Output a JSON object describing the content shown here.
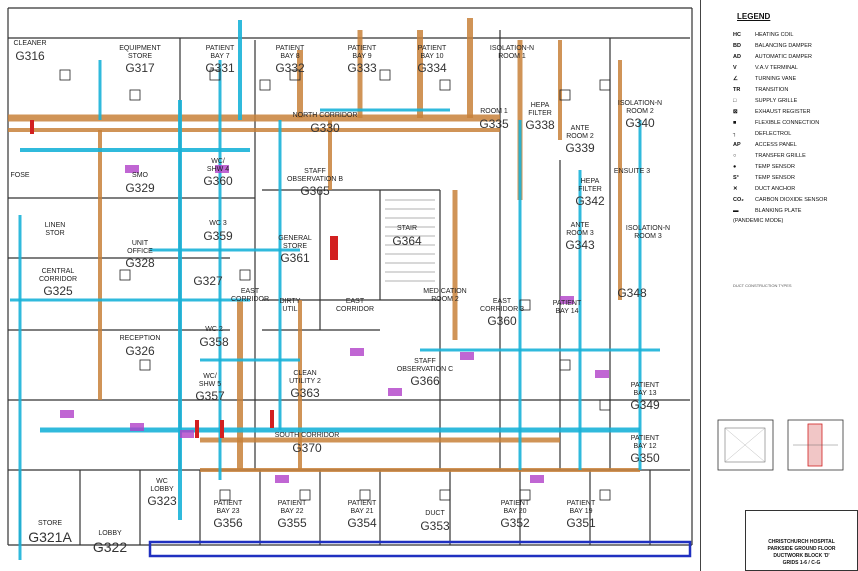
{
  "rooms": [
    {
      "id": "cleaner",
      "name": "CLEANER",
      "code": "G316"
    },
    {
      "id": "equipment-store",
      "name": "EQUIPMENT\nSTORE",
      "code": "G317"
    },
    {
      "id": "patient-bay-7",
      "name": "PATIENT\nBAY 7",
      "code": "G331"
    },
    {
      "id": "patient-bay-8",
      "name": "PATIENT\nBAY 8",
      "code": "G332"
    },
    {
      "id": "patient-bay-9",
      "name": "PATIENT\nBAY 9",
      "code": "G333"
    },
    {
      "id": "patient-bay-10",
      "name": "PATIENT\nBAY 10",
      "code": "G334"
    },
    {
      "id": "isolation-n-room-1",
      "name": "ISOLATION-N\nROOM 1",
      "code": ""
    },
    {
      "id": "north-corridor",
      "name": "NORTH CORRIDOR",
      "code": "G330"
    },
    {
      "id": "room-335",
      "name": "ROOM 1",
      "code": "G335"
    },
    {
      "id": "hepa-filter-338",
      "name": "HEPA\nFILTER",
      "code": "G338"
    },
    {
      "id": "isolation-n-room-2",
      "name": "ISOLATION-N\nROOM 2",
      "code": "G340"
    },
    {
      "id": "ante-room-2",
      "name": "ANTE\nROOM 2",
      "code": "G339"
    },
    {
      "id": "fose",
      "name": "FOSE",
      "code": ""
    },
    {
      "id": "wc-shw-4",
      "name": "WC/\nSHW 4",
      "code": "G360"
    },
    {
      "id": "staff-observation-b",
      "name": "STAFF\nOBSERVATION B",
      "code": "G365"
    },
    {
      "id": "smo",
      "name": "SMO",
      "code": "G329"
    },
    {
      "id": "hepa-filter-342",
      "name": "HEPA\nFILTER",
      "code": "G342"
    },
    {
      "id": "ensuite-3",
      "name": "ENSUITE 3",
      "code": ""
    },
    {
      "id": "linen-stor",
      "name": "LINEN\nSTOR",
      "code": ""
    },
    {
      "id": "unit-office",
      "name": "UNIT\nOFFICE",
      "code": "G328"
    },
    {
      "id": "wc-3",
      "name": "WC 3",
      "code": "G359"
    },
    {
      "id": "general-store",
      "name": "GENERAL\nSTORE",
      "code": "G361"
    },
    {
      "id": "stair",
      "name": "STAIR",
      "code": "G364"
    },
    {
      "id": "ante-room-3",
      "name": "ANTE\nROOM 3",
      "code": "G343"
    },
    {
      "id": "isolation-n-room-3",
      "name": "ISOLATION-N\nROOM 3",
      "code": ""
    },
    {
      "id": "central-corridor",
      "name": "CENTRAL\nCORRIDOR",
      "code": "G325"
    },
    {
      "id": "g327",
      "name": "",
      "code": "G327"
    },
    {
      "id": "east-corridor-1",
      "name": "EAST\nCORRIDOR",
      "code": ""
    },
    {
      "id": "dirty-util",
      "name": "DIRTY\nUTIL",
      "code": ""
    },
    {
      "id": "east-corridor-2",
      "name": "EAST\nCORRIDOR",
      "code": ""
    },
    {
      "id": "medication-room-2",
      "name": "MEDICATION\nROOM 2",
      "code": ""
    },
    {
      "id": "east-corridor-3",
      "name": "EAST\nCORRIDOR 3",
      "code": "G360"
    },
    {
      "id": "patient-bay-14",
      "name": "PATIENT\nBAY 14",
      "code": ""
    },
    {
      "id": "g348",
      "name": "",
      "code": "G348"
    },
    {
      "id": "reception",
      "name": "RECEPTION",
      "code": "G326"
    },
    {
      "id": "wc-2",
      "name": "WC 2",
      "code": "G358"
    },
    {
      "id": "staff-observation-c",
      "name": "STAFF\nOBSERVATION C",
      "code": "G366"
    },
    {
      "id": "wc-shw-5",
      "name": "WC/\nSHW 5",
      "code": "G357"
    },
    {
      "id": "clean-utility-2",
      "name": "CLEAN\nUTILITY 2",
      "code": "G363"
    },
    {
      "id": "patient-bay-13",
      "name": "PATIENT\nBAY 13",
      "code": "G349"
    },
    {
      "id": "south-corridor",
      "name": "SOUTH CORRIDOR",
      "code": "G370"
    },
    {
      "id": "patient-bay-12",
      "name": "PATIENT\nBAY 12",
      "code": "G350"
    },
    {
      "id": "wc-lobby",
      "name": "WC\nLOBBY",
      "code": "G323"
    },
    {
      "id": "patient-bay-23",
      "name": "PATIENT\nBAY 23",
      "code": "G356"
    },
    {
      "id": "patient-bay-22",
      "name": "PATIENT\nBAY 22",
      "code": "G355"
    },
    {
      "id": "patient-bay-21",
      "name": "PATIENT\nBAY 21",
      "code": "G354"
    },
    {
      "id": "duct",
      "name": "DUCT",
      "code": "G353"
    },
    {
      "id": "patient-bay-20",
      "name": "PATIENT\nBAY 20",
      "code": "G352"
    },
    {
      "id": "patient-bay-19",
      "name": "PATIENT\nBAY 19",
      "code": "G351"
    },
    {
      "id": "store-g321a",
      "name": "STORE",
      "code": "G321A"
    },
    {
      "id": "lobby",
      "name": "LOBBY",
      "code": "G322"
    }
  ],
  "legend": {
    "title": "LEGEND",
    "items": [
      {
        "symbol": "HC",
        "label": "HEATING COIL"
      },
      {
        "symbol": "BD",
        "label": "BALANCING DAMPER"
      },
      {
        "symbol": "AD",
        "label": "AUTOMATIC DAMPER"
      },
      {
        "symbol": "V",
        "label": "V.A.V TERMINAL"
      },
      {
        "symbol": "∠",
        "label": "TURNING VANE"
      },
      {
        "symbol": "TR",
        "label": "TRANSITION"
      },
      {
        "symbol": "□",
        "label": "SUPPLY GRILLE"
      },
      {
        "symbol": "⊠",
        "label": "EXHAUST REGISTER"
      },
      {
        "symbol": "■",
        "label": "FLEXIBLE CONNECTION"
      },
      {
        "symbol": "┐",
        "label": "DEFLECTROL"
      },
      {
        "symbol": "AP",
        "label": "ACCESS PANEL"
      },
      {
        "symbol": "○",
        "label": "TRANSFER GRILLE"
      },
      {
        "symbol": "●",
        "label": "TEMP SENSOR"
      },
      {
        "symbol": "S°",
        "label": "TEMP SENSOR"
      },
      {
        "symbol": "✕",
        "label": "DUCT ANCHOR"
      },
      {
        "symbol": "CO₂",
        "label": "CARBON DIOXIDE SENSOR"
      },
      {
        "symbol": "▬",
        "label": "BLANKING PLATE\n(PANDEMIC MODE)"
      }
    ],
    "duct_types_title": "DUCT CONSTRUCTION TYPES"
  },
  "title_block": {
    "line1": "CHRISTCHURCH HOSPITAL",
    "line2": "PARKSIDE GROUND FLOOR",
    "line3": "DUCTWORK BLOCK 'D'",
    "line4": "GRIDS 1-6 / C-G"
  },
  "colors": {
    "supply": "#1ab2d8",
    "exhaust": "#c8813a",
    "purple": "#b040c8",
    "red": "#d22020",
    "wall": "#333333"
  }
}
